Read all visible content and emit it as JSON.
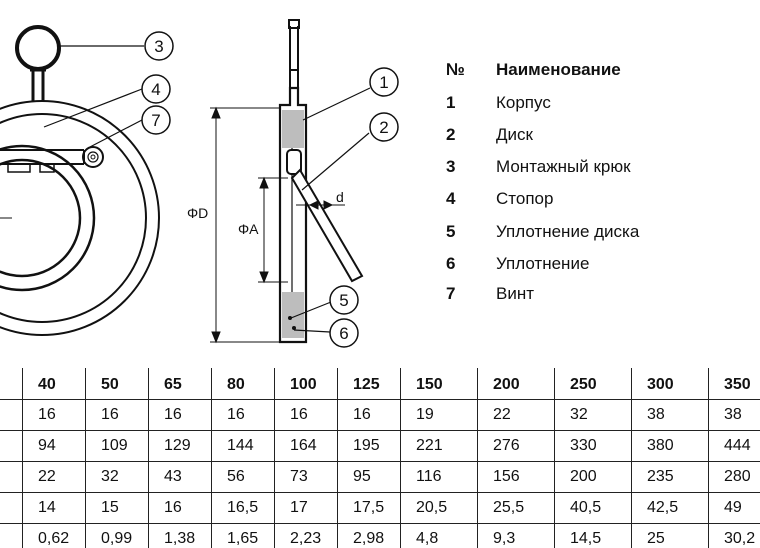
{
  "callouts": {
    "c1": "1",
    "c2": "2",
    "c3": "3",
    "c4": "4",
    "c5": "5",
    "c6": "6",
    "c7": "7"
  },
  "dimension_labels": {
    "outer_diameter": "ΦD",
    "inner_diameter": "ΦA",
    "thickness": "d"
  },
  "parts_legend": {
    "header": {
      "number": "№",
      "name": "Наименование"
    },
    "items": [
      {
        "number": "1",
        "name": "Корпус"
      },
      {
        "number": "2",
        "name": "Диск"
      },
      {
        "number": "3",
        "name": "Монтажный крюк"
      },
      {
        "number": "4",
        "name": "Стопор"
      },
      {
        "number": "5",
        "name": "Уплотнение диска"
      },
      {
        "number": "6",
        "name": "Уплотнение"
      },
      {
        "number": "7",
        "name": "Винт"
      }
    ]
  },
  "dimensions_table": {
    "sizes": [
      "40",
      "50",
      "65",
      "80",
      "100",
      "125",
      "150",
      "200",
      "250",
      "300",
      "350"
    ],
    "rows": [
      [
        "16",
        "16",
        "16",
        "16",
        "16",
        "16",
        "19",
        "22",
        "32",
        "38",
        "38"
      ],
      [
        "94",
        "109",
        "129",
        "144",
        "164",
        "195",
        "221",
        "276",
        "330",
        "380",
        "444"
      ],
      [
        "22",
        "32",
        "43",
        "56",
        "73",
        "95",
        "116",
        "156",
        "200",
        "235",
        "280"
      ],
      [
        "14",
        "15",
        "16",
        "16,5",
        "17",
        "17,5",
        "20,5",
        "25,5",
        "40,5",
        "42,5",
        "49"
      ],
      [
        "0,62",
        "0,99",
        "1,38",
        "1,65",
        "2,23",
        "2,98",
        "4,8",
        "9,3",
        "14,5",
        "25",
        "30,2"
      ]
    ]
  }
}
